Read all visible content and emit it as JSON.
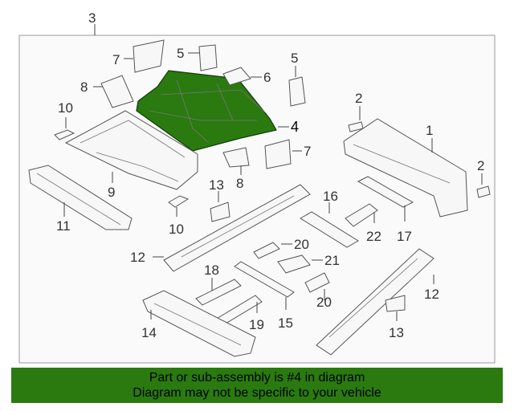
{
  "diagram": {
    "frame_label": "3",
    "highlight_color": "#2a7a10",
    "callouts": {
      "c1": "1",
      "c2a": "2",
      "c2b": "2",
      "c4": "4",
      "c5a": "5",
      "c5b": "5",
      "c6": "6",
      "c7a": "7",
      "c7b": "7",
      "c8a": "8",
      "c8b": "8",
      "c9": "9",
      "c10a": "10",
      "c10b": "10",
      "c11": "11",
      "c12a": "12",
      "c12b": "12",
      "c13a": "13",
      "c13b": "13",
      "c14": "14",
      "c15": "15",
      "c16": "16",
      "c17": "17",
      "c18": "18",
      "c19": "19",
      "c20a": "20",
      "c20b": "20",
      "c21": "21",
      "c22": "22"
    }
  },
  "banner": {
    "line1": "Part or sub-assembly is #4 in diagram",
    "line2": "Diagram may not be specific to your vehicle"
  }
}
